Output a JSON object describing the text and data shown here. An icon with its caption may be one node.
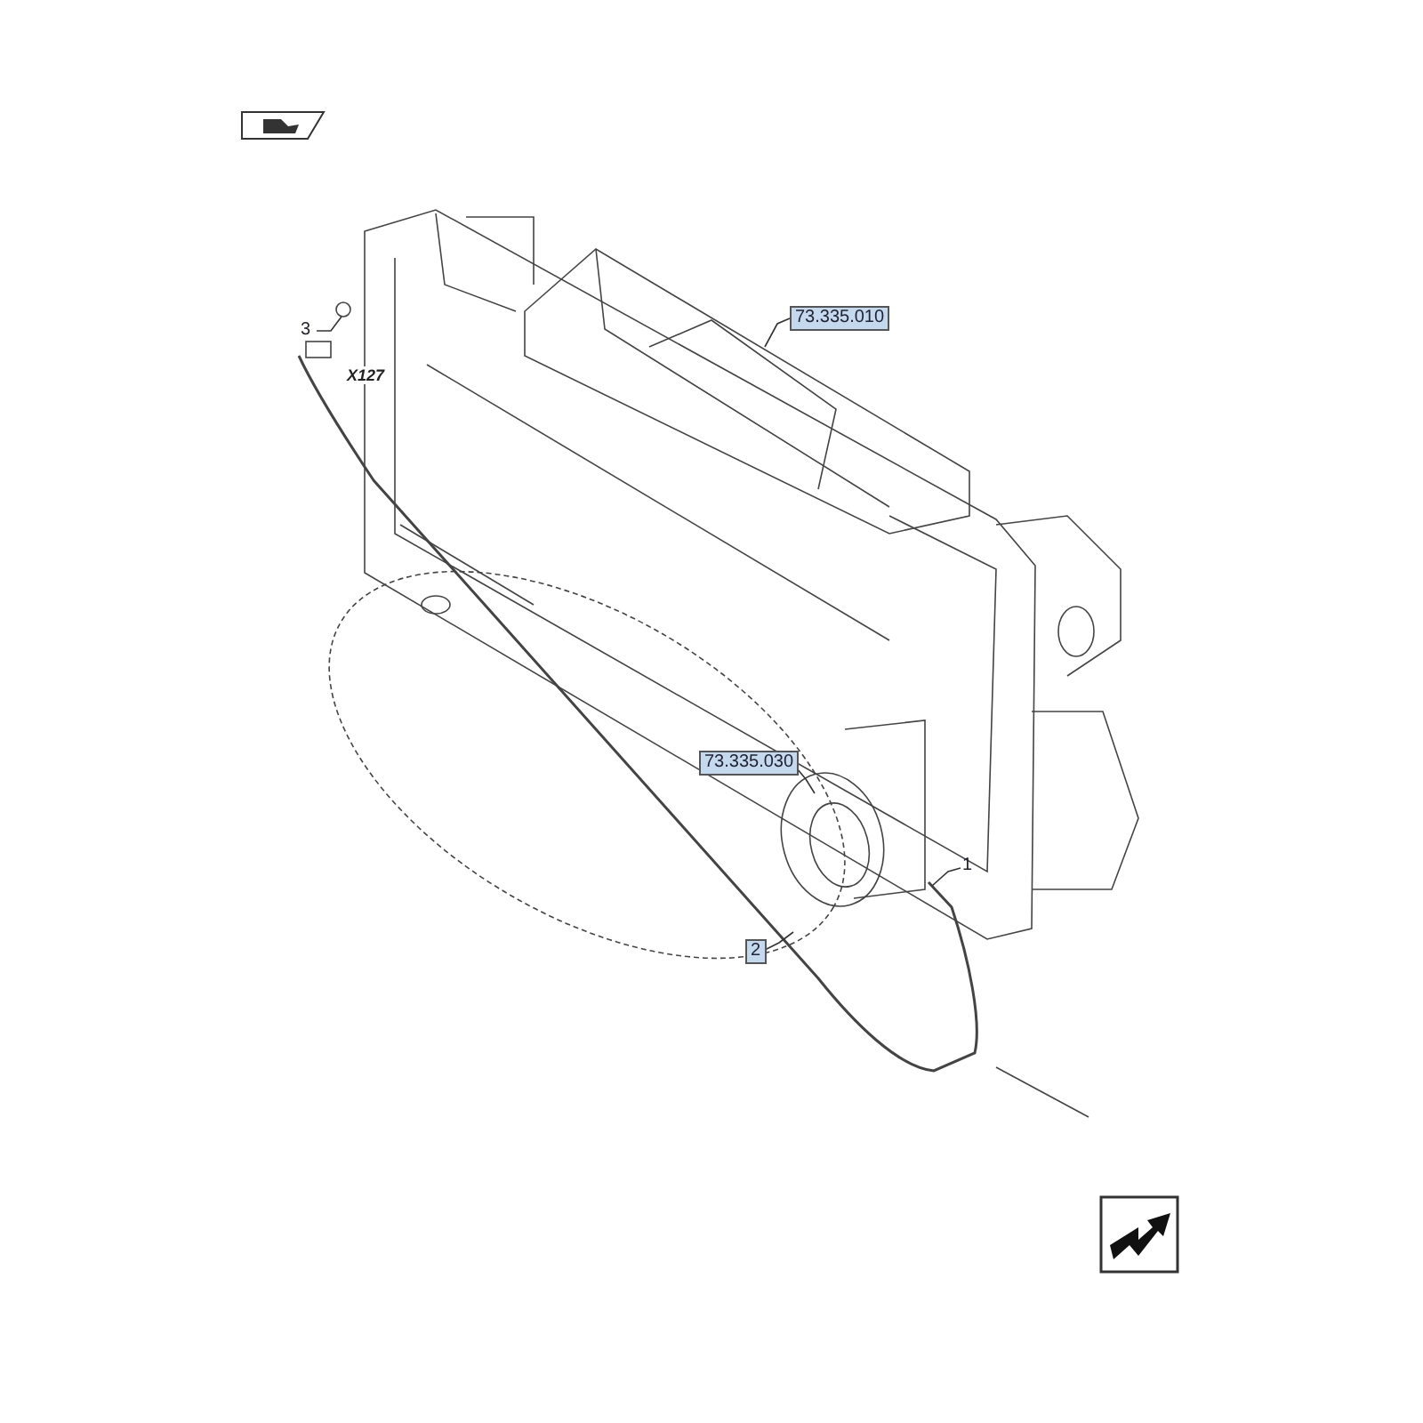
{
  "diagram": {
    "nodes": [
      {
        "text": [
          "73.335.010"
        ]
      },
      {
        "text": [
          "73.335.030"
        ]
      },
      {
        "text": [
          "3"
        ]
      },
      {
        "text": [
          "1"
        ]
      },
      {
        "text": [
          "2"
        ]
      }
    ],
    "edges": [
      {
        "from": 0,
        "to": null,
        "arrow": "none"
      },
      {
        "from": 1,
        "to": null,
        "arrow": "none"
      },
      {
        "from": 2,
        "to": null,
        "arrow": "none"
      },
      {
        "from": 3,
        "to": null,
        "arrow": "none"
      },
      {
        "from": 4,
        "to": null,
        "arrow": "none"
      }
    ],
    "labels": [
      "X127"
    ]
  }
}
